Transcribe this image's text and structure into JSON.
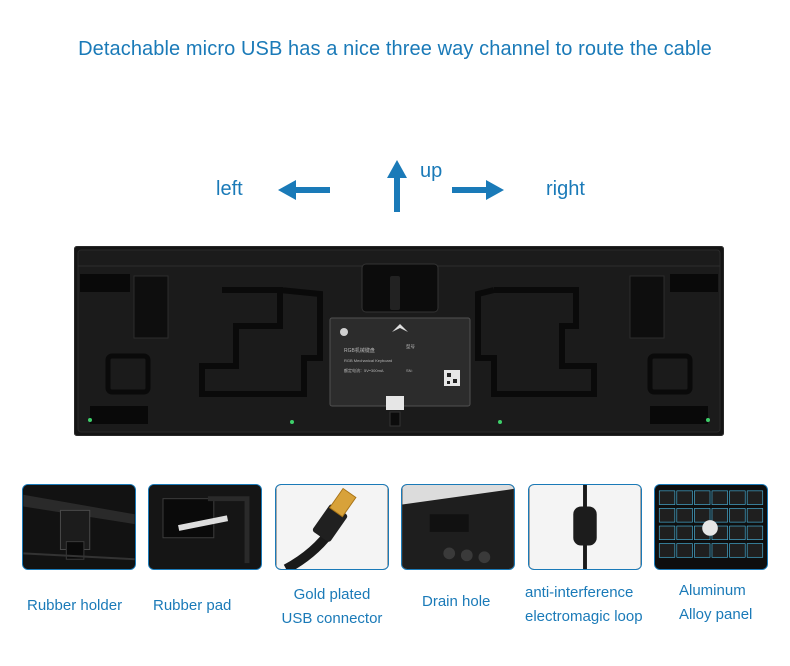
{
  "headline": "Detachable micro USB has a nice three way channel to route the cable",
  "directions": {
    "left": "left",
    "up": "up",
    "right": "right"
  },
  "keyboard_label": {
    "cn_title": "RGB机械键盘",
    "en_title": "RGB Mechanical Keyboard",
    "model_row": "型号",
    "power_row": "额定电流：5V⎯300mA",
    "sn_row": "SN:"
  },
  "features": [
    {
      "line1": "Rubber holder",
      "line2": ""
    },
    {
      "line1": "Rubber pad",
      "line2": ""
    },
    {
      "line1": "Gold plated",
      "line2": "USB connector"
    },
    {
      "line1": "Drain hole",
      "line2": ""
    },
    {
      "line1": "anti-interference",
      "line2": "electromagic loop"
    },
    {
      "line1": "Aluminum",
      "line2": "Alloy panel"
    }
  ],
  "colors": {
    "accent": "#1a7ab8",
    "keyboard_body": "#141414",
    "panel_label": "#b7b7b7"
  }
}
